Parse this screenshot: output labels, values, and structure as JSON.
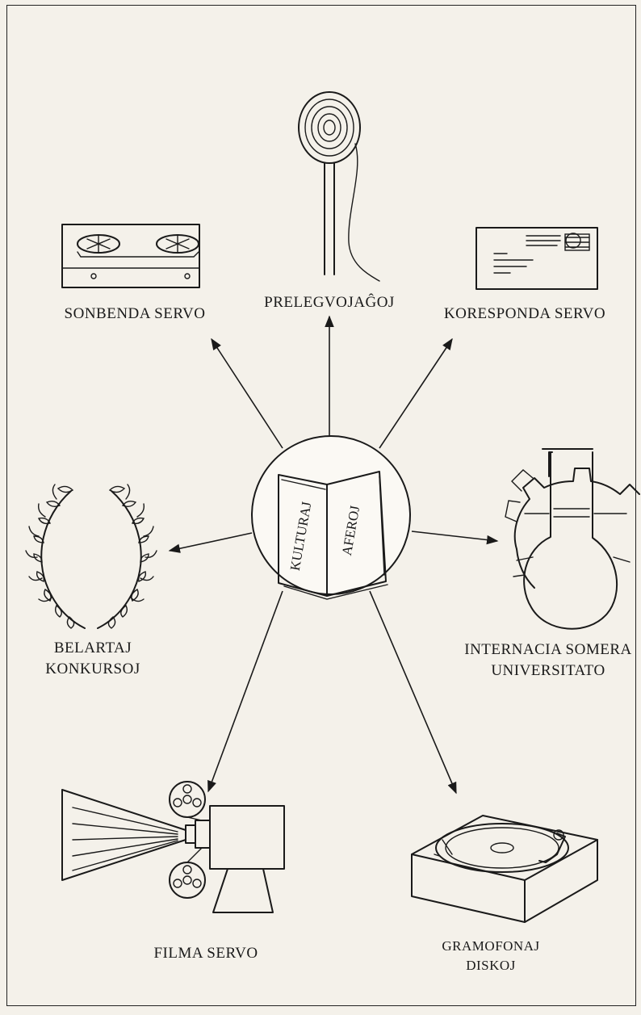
{
  "center": {
    "book_left_text": "KULTURAJ",
    "book_right_text": "AFEROJ"
  },
  "nodes": {
    "sound_service": "SONBENDA SERVO",
    "lecturers": "PRELEGVOJAĜOJ",
    "correspondence": "KORESPONDA SERVO",
    "art_contests_line1": "BELARTAJ",
    "art_contests_line2": "KONKURSOJ",
    "summer_university_line1": "INTERNACIA SOMERA",
    "summer_university_line2": "UNIVERSITATO",
    "film_service": "FILMA SERVO",
    "records_line1": "GRAMOFONAJ",
    "records_line2": "DISKOJ"
  },
  "colors": {
    "ink": "#1a1a1a",
    "paper": "#f4f1ea"
  },
  "icons": [
    "tape-recorder-icon",
    "microphone-icon",
    "envelope-icon",
    "laurel-wreath-icon",
    "gear-flask-icon",
    "film-projector-icon",
    "record-player-icon",
    "open-book-icon"
  ]
}
